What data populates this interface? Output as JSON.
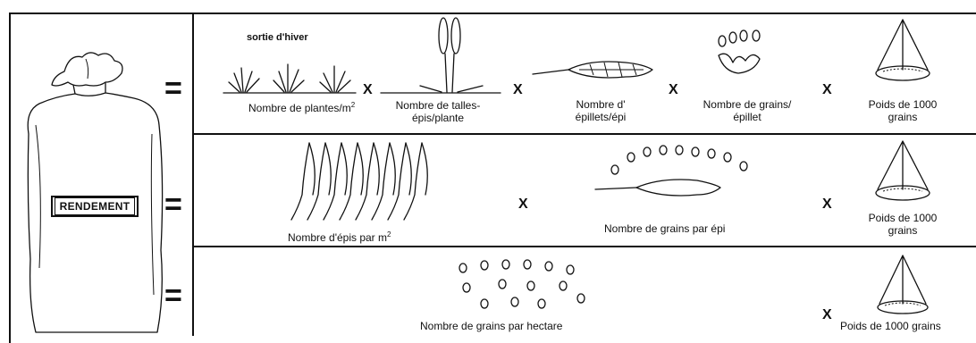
{
  "yield_label": "RENDEMENT",
  "equals_symbol": "=",
  "times_symbol": "X",
  "row1": {
    "season_note": "sortie d'hiver",
    "plants_per_m2": "Nombre de plantes/m",
    "plants_per_m2_exp": "2",
    "tillers_per_plant": "Nombre de talles-épis/plante",
    "spikelets_per_ear": "Nombre d' épillets/épi",
    "grains_per_spikelet": "Nombre de grains/épillet",
    "thousand_grain_weight": "Poids de 1000 grains"
  },
  "row2": {
    "ears_per_m2": "Nombre d'épis par m",
    "ears_per_m2_exp": "2",
    "grains_per_ear": "Nombre de grains par épi",
    "thousand_grain_weight": "Poids de 1000 grains"
  },
  "row3": {
    "grains_per_hectare": "Nombre de grains par hectare",
    "thousand_grain_weight": "Poids de 1000 grains"
  }
}
